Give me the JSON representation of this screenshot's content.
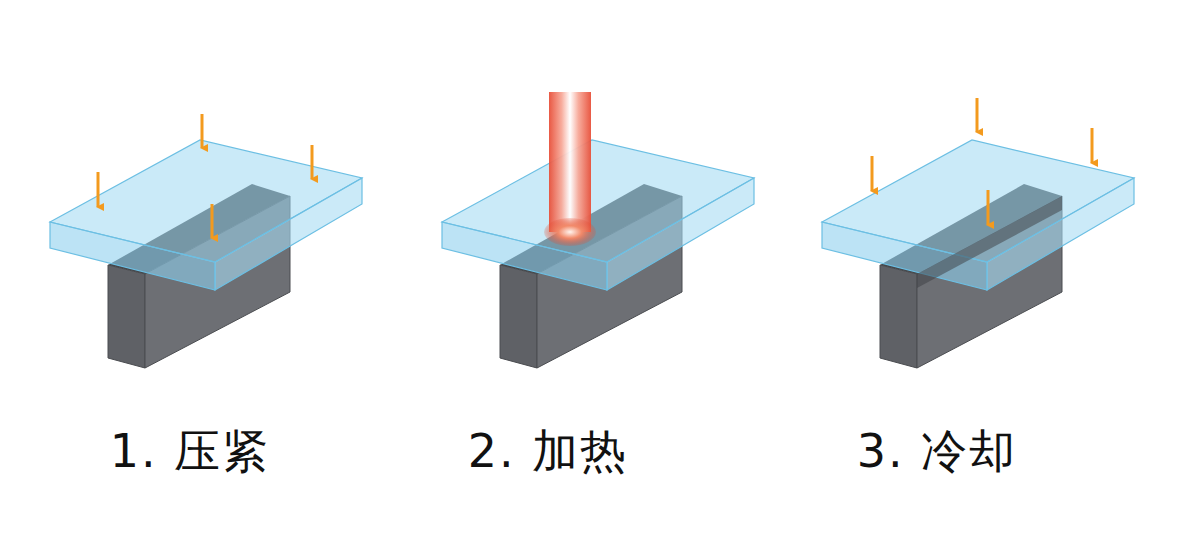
{
  "diagram": {
    "labels": [
      "1. 压紧",
      "2. 加热",
      "3. 冷却"
    ]
  }
}
